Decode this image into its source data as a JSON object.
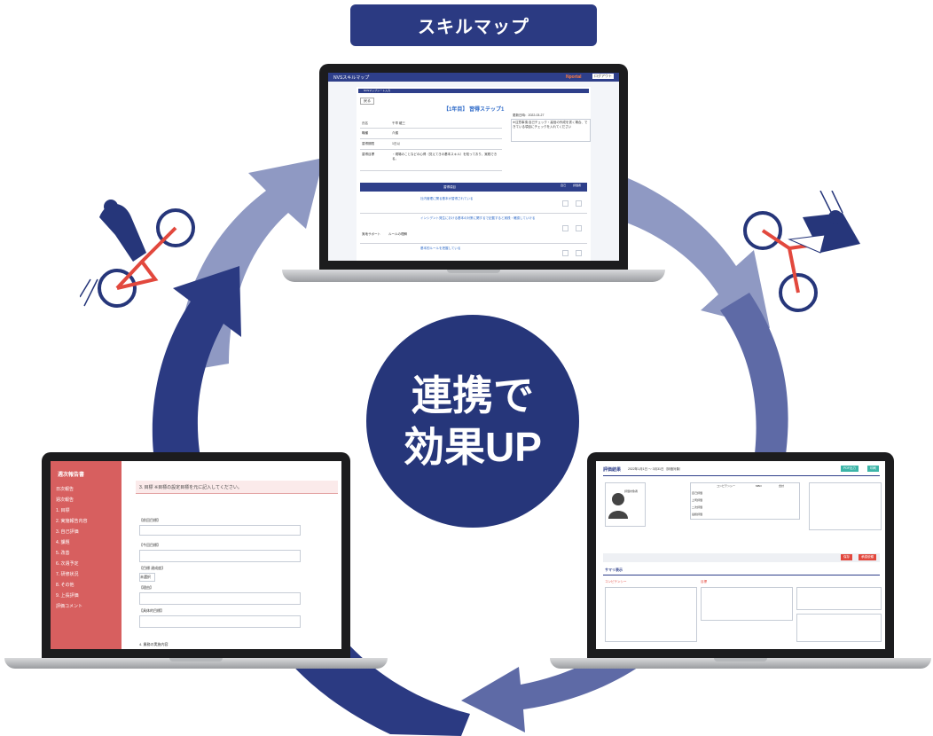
{
  "header": {
    "title": "スキルマップ"
  },
  "center": {
    "line1": "連携で",
    "line2": "効果UP"
  },
  "colors": {
    "navy": "#26367a",
    "arrow_light": "#8f99c3",
    "arrow_mid": "#5e6aa6",
    "arrow_dark": "#2b3a82",
    "accent_red": "#d75f5f"
  },
  "laptop_top": {
    "app_title": "NVSスキルマップ",
    "brand": "Nportal",
    "logout": "ログアウト",
    "section": "NVSマップシート入力",
    "back": "戻る",
    "step_title": "【1年目】 習得ステップ1",
    "date": "更新日時：2022-03-27",
    "rows": [
      {
        "label": "氏名",
        "value": "千早 龍三"
      },
      {
        "label": "職種",
        "value": "介護"
      },
      {
        "label": "習得期限",
        "value": "1日以"
      },
      {
        "label": "習得目標",
        "value": "・現場のことなどの心得（覚えてきの基本スキル）を知っており、実践できる。"
      }
    ],
    "note": "※注意事項 自己チェック・高信の作成を書く場合、できている項目にチェックを入れてください",
    "table_header": "習得項目",
    "col_self": "自己",
    "col_eval": "評価者",
    "category": "実地サポート",
    "subcategory": "ルールの理解",
    "items": [
      "社内管理に関る基本が習得されている",
      "インシデント発生における基本の対策に関するで記載すると実践・確認していける",
      "基本的ルールを把握している"
    ]
  },
  "laptop_left": {
    "app_title": "週次報告書",
    "menu": [
      "日次報告",
      "週次報告",
      "1. 目標",
      "2. 実施報告内容",
      "3. 自己評価",
      "4. 課題",
      "5. 改善",
      "6. 次週予定",
      "7. 研修状況",
      "8. その他",
      "9. 上長評価",
      "評価コメント"
    ],
    "section_title": "3. 目標 ※目標の設定目標を元に記入してください。",
    "fields": [
      "【前回目標】",
      "【今回目標】",
      "【目標 達成度】",
      "【理由】",
      "【具体的目標】"
    ],
    "select_value": "未選択",
    "footer_section": "4. 業務の実施内容"
  },
  "laptop_right": {
    "title": "評価結果",
    "period": "2022年1月1日 〜 3月31日（評価対象）",
    "buttons": [
      "PDF出力",
      "印刷"
    ],
    "profile_name": "評価対象者",
    "columns": [
      "コンピテンシー",
      "MBO",
      "合計"
    ],
    "rows": [
      "自己評価",
      "上司評価",
      "二次評価",
      "最終評価"
    ],
    "section": "サマリ表示",
    "subsection1": "コンピテンシー",
    "subsection2": "目標",
    "action_buttons": [
      "保存",
      "承認依頼"
    ]
  }
}
